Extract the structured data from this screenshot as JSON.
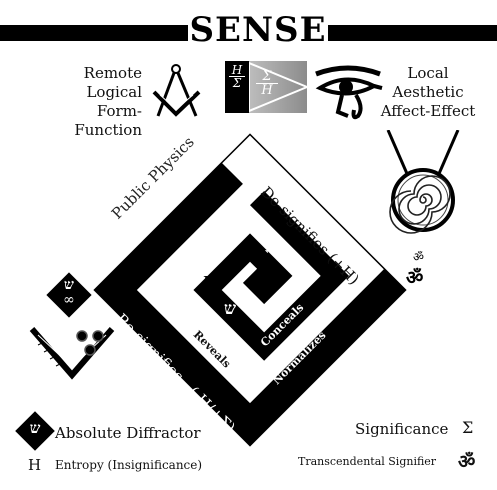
{
  "header": {
    "title": "SENSE"
  },
  "top_left": {
    "line1": "Remote",
    "line2": "Logical",
    "line3": "Form-Function"
  },
  "top_right": {
    "line1": "Local",
    "line2": "Aesthetic",
    "line3": "Affect-Effect"
  },
  "formula": {
    "h_over_sigma_top": "H",
    "h_over_sigma_bottom": "Σ",
    "sigma_over_h_top": "Σ",
    "sigma_over_h_bottom": "H"
  },
  "spiral": {
    "public_physics": "Public Physics",
    "designifies": "De-signifies (+H)",
    "resignifies": "Re-signifies - (-H/+Σ)",
    "private_physics": "Private Physics",
    "appreciates": "Appreciates",
    "compares": "Compares",
    "conceals": "Conceals",
    "reveals": "Reveals",
    "normalizes": "Normalizes",
    "center_h": "H",
    "center_sigma": "Σ",
    "center_om": "ॐ",
    "center_shin": "ש",
    "left_shin": "ש",
    "left_inf": "∞",
    "right_om_small": "ॐ",
    "right_om_large": "ॐ"
  },
  "legend": {
    "absolute_diffractor_symbol": "ש",
    "absolute_diffractor": "Absolute Diffractor",
    "entropy_symbol": "H",
    "entropy": "Entropy (Insignificance)",
    "significance": "Significance",
    "significance_symbol": "Σ",
    "transcendental": "Transcendental Signifier",
    "transcendental_symbol": "ॐ"
  }
}
